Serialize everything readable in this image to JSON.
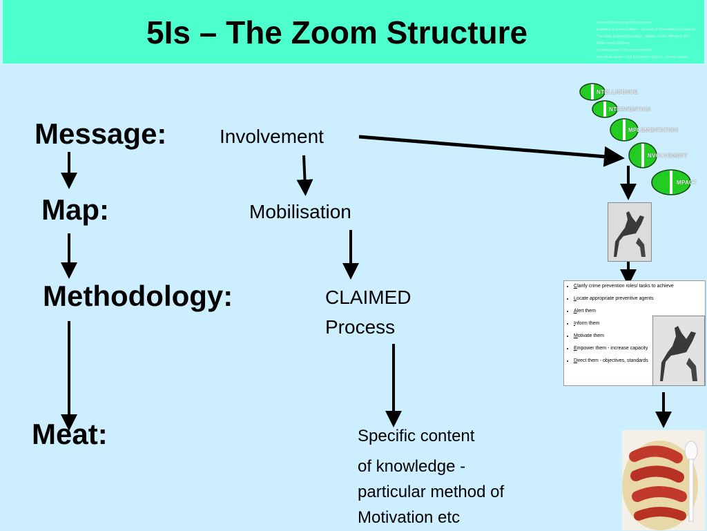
{
  "header": {
    "title": "5Is – The Zoom Structure",
    "tiny_items": [
      "General social/geographical context",
      "Evidence of crime problem – sources of information and analysis",
      "The crime problem(s) tackled – pattern, trend, offenders, MO",
      "Wider crime problems",
      "Consequences of the crime problem",
      "Immediate causes: risk & protective factors, criminal careers"
    ]
  },
  "rows": {
    "message": {
      "label": "Message:",
      "value": "Involvement"
    },
    "map": {
      "label": "Map:",
      "value": "Mobilisation"
    },
    "methodology": {
      "label": "Methodology:",
      "value_line1": "CLAIMED",
      "value_line2": "Process"
    },
    "meat": {
      "label": "Meat:",
      "lines": [
        "Specific content",
        "of knowledge -",
        "particular method of",
        "Motivation etc"
      ]
    }
  },
  "five_is": [
    {
      "letter": "I",
      "rest": "NTELLIGENCE"
    },
    {
      "letter": "I",
      "rest": "NTERVENTION"
    },
    {
      "letter": "I",
      "rest": "MPLEMENTATION"
    },
    {
      "letter": "I",
      "rest": "NVOLVEMENT"
    },
    {
      "letter": "I",
      "rest": "MPACT"
    }
  ],
  "claimed_list": [
    {
      "initial": "C",
      "rest": "larify crime prevention roles/ tasks to achieve"
    },
    {
      "initial": "L",
      "rest": "ocate appropriate preventive agents"
    },
    {
      "initial": "A",
      "rest": "lert them"
    },
    {
      "initial": "I",
      "rest": "nform them"
    },
    {
      "initial": "M",
      "rest": "otivate them"
    },
    {
      "initial": "E",
      "rest": "mpower them - increase capacity"
    },
    {
      "initial": "D",
      "rest": "irect them - objectives, standards"
    }
  ],
  "colors": {
    "background": "#cceeff",
    "header": "#4dffcc",
    "ellipse_green": "#22cc22"
  },
  "icons": [
    "knight-statue-image",
    "sausages-food-image"
  ]
}
